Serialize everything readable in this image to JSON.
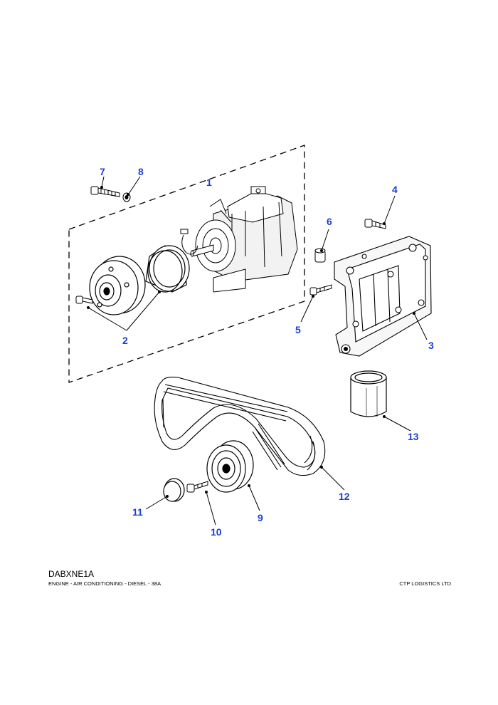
{
  "accent_color": "#1a3fd6",
  "callouts": {
    "c1": "1",
    "c2": "2",
    "c3": "3",
    "c4": "4",
    "c5": "5",
    "c6": "6",
    "c7": "7",
    "c8": "8",
    "c9": "9",
    "c10": "10",
    "c11": "11",
    "c12": "12",
    "c13": "13"
  },
  "footer": {
    "code": "DABXNE1A",
    "title": "ENGINE - AIR CONDITIONING - DIESEL - 38A",
    "company": "CTP LOGISTICS LTD"
  }
}
